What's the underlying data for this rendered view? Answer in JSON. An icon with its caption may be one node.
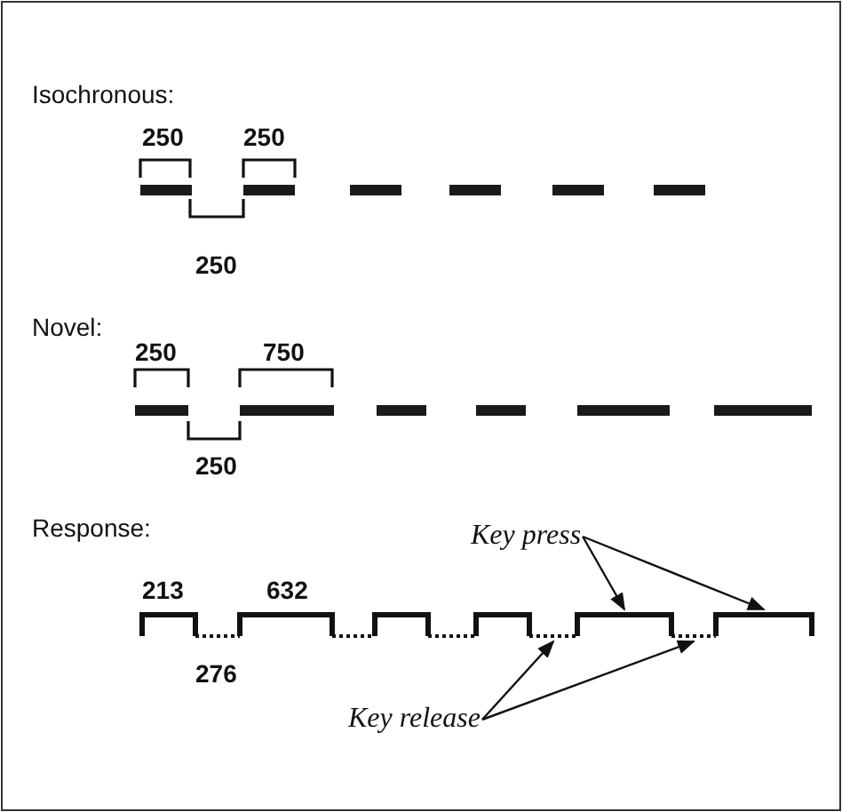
{
  "diagram": {
    "nodes": [
      {
        "text": [
          "Key press"
        ]
      },
      {
        "text": [],
        "shape": "bar"
      },
      {
        "text": [],
        "shape": "bar"
      },
      {
        "text": [
          "Key release"
        ]
      },
      {
        "text": [],
        "shape": "bar"
      },
      {
        "text": [],
        "shape": "bar"
      }
    ],
    "edges": [
      {
        "from": 0,
        "to": 1,
        "arrow": "to"
      },
      {
        "from": 0,
        "to": 2,
        "arrow": "to"
      },
      {
        "from": 3,
        "to": 4,
        "arrow": "to"
      },
      {
        "from": 3,
        "to": 5,
        "arrow": "to"
      }
    ],
    "labels": [
      "Isochronous:",
      "250",
      "250",
      "250",
      "Novel:",
      "250",
      "750",
      "250",
      "Response:",
      "213",
      "632",
      "276"
    ]
  }
}
